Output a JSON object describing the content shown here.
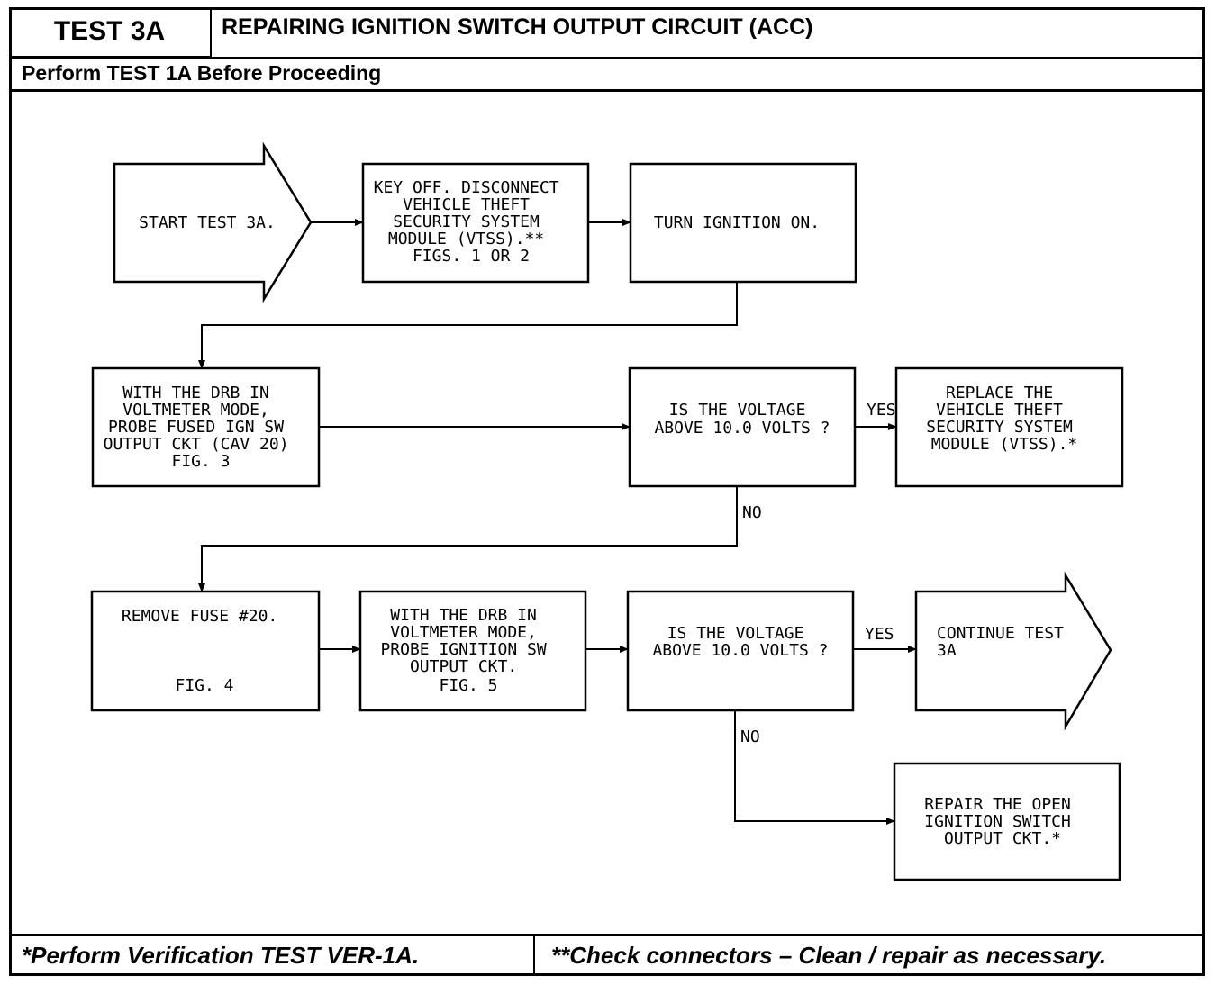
{
  "header": {
    "test_label": "TEST 3A",
    "title": "REPAIRING IGNITION SWITCH OUTPUT CIRCUIT (ACC)",
    "subtitle": "Perform TEST 1A Before Proceeding"
  },
  "flow": {
    "start": [
      "START TEST 3A."
    ],
    "key_off": [
      "KEY OFF. DISCONNECT",
      "VEHICLE THEFT",
      "SECURITY SYSTEM",
      "MODULE (VTSS).**",
      "FIGS. 1 OR 2"
    ],
    "turn_ign": [
      "TURN IGNITION ON."
    ],
    "probe_fused": [
      "WITH THE DRB IN",
      "VOLTMETER MODE,",
      "PROBE FUSED IGN SW",
      "OUTPUT CKT (CAV 20)",
      "FIG. 3"
    ],
    "voltage_q1": [
      "IS THE VOLTAGE",
      "ABOVE 10.0 VOLTS ?"
    ],
    "replace_vtss": [
      "REPLACE THE",
      "VEHICLE THEFT",
      "SECURITY SYSTEM",
      "MODULE (VTSS).*"
    ],
    "remove_fuse": [
      "REMOVE FUSE #20."
    ],
    "remove_fuse_fig": "FIG. 4",
    "probe_ign": [
      "WITH THE DRB IN",
      "VOLTMETER MODE,",
      "PROBE IGNITION SW",
      "OUTPUT CKT.",
      "FIG. 5"
    ],
    "voltage_q2": [
      "IS THE VOLTAGE",
      "ABOVE 10.0 VOLTS ?"
    ],
    "continue": [
      "CONTINUE TEST",
      "3A"
    ],
    "repair": [
      "REPAIR THE OPEN",
      "IGNITION SWITCH",
      "OUTPUT CKT.*"
    ],
    "yes_label": "YES",
    "no_label": "NO"
  },
  "footer": {
    "left": "*Perform Verification TEST VER-1A.",
    "right": "**Check connectors – Clean / repair as necessary."
  }
}
